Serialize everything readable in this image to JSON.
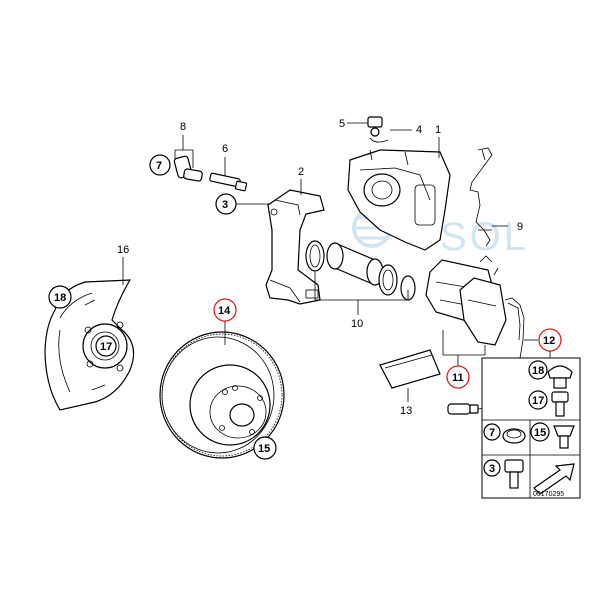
{
  "watermark": "SOL",
  "catalog_code": "00170295",
  "colors": {
    "highlight_circle": "#e0201b",
    "watermark": "#cfe6f2",
    "ink": "#000000"
  },
  "labels": {
    "p1": "1",
    "p2": "2",
    "p3": "3",
    "p4": "4",
    "p5": "5",
    "p6": "6",
    "p7": "7",
    "p8": "8",
    "p9": "9",
    "p10": "10",
    "p11": "11",
    "p12": "12",
    "p13": "13",
    "p14": "14",
    "p15": "15",
    "p16": "16",
    "p17": "17",
    "p18": "18"
  },
  "legend_box": {
    "items": [
      "18",
      "17",
      "7",
      "15",
      "3"
    ]
  }
}
